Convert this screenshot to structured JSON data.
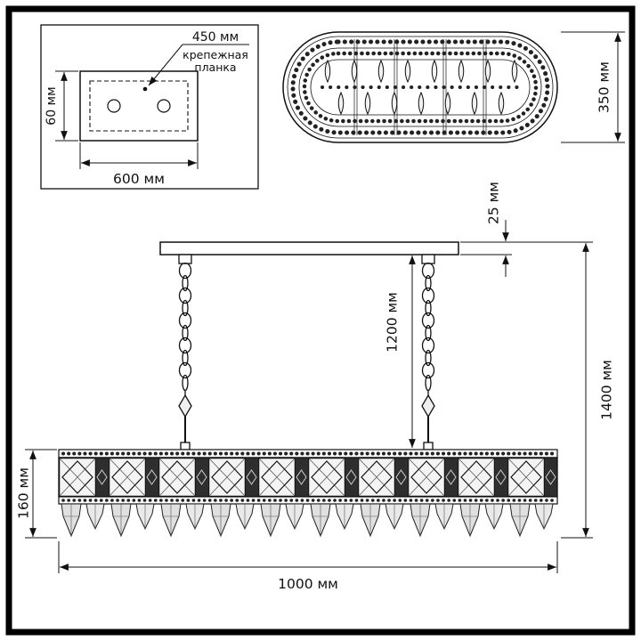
{
  "mounting_plate_view": {
    "callout_value": "450 мм",
    "callout_line1": "крепежная",
    "callout_line2": "планка",
    "width_label": "600 мм",
    "height_label": "60 мм"
  },
  "top_view": {
    "depth_label": "350 мм"
  },
  "front_view": {
    "canopy_height_label": "25 мм",
    "chain_length_label": "1200 мм",
    "total_height_label": "1400 мм",
    "body_height_label": "160 мм",
    "width_label": "1000 мм"
  }
}
